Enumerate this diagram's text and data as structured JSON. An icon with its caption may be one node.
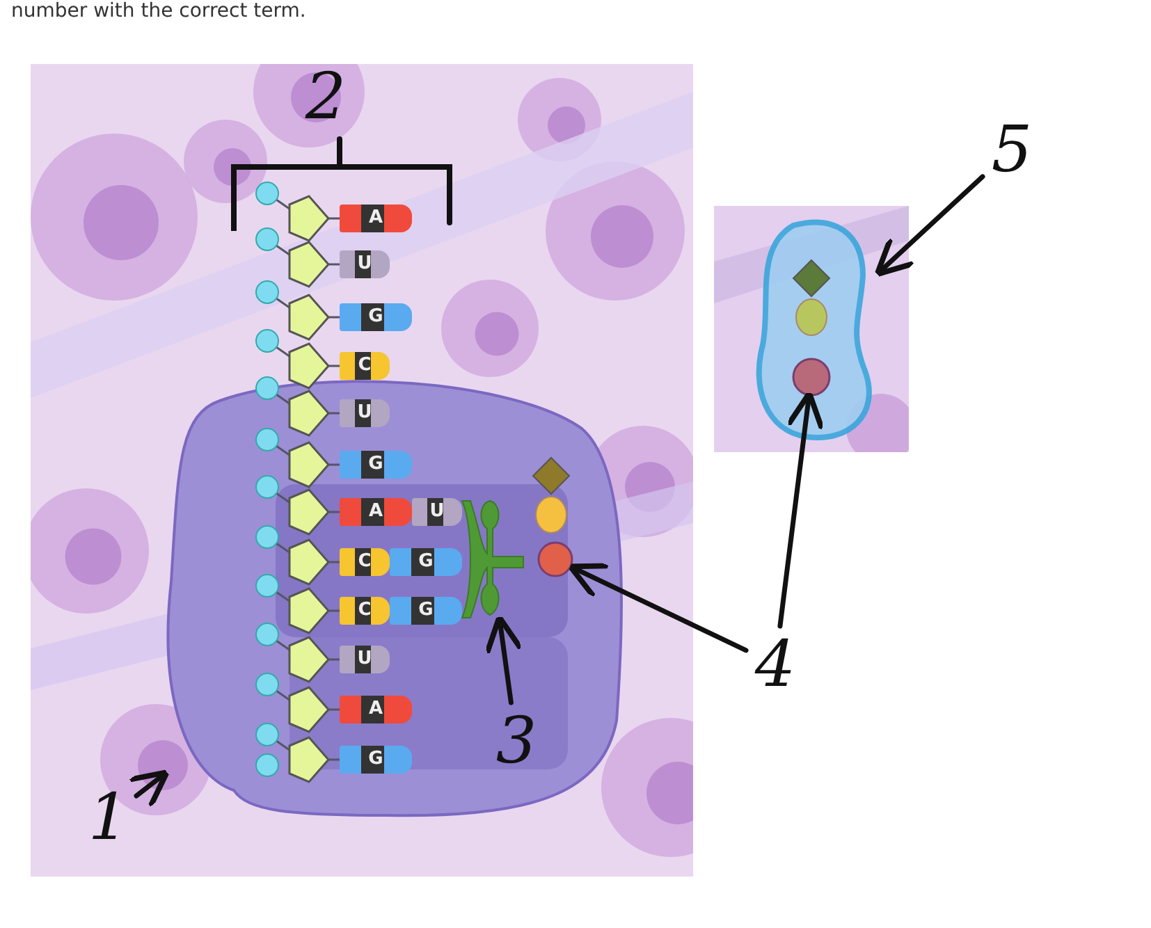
{
  "diagram": {
    "nodes": [
      {
        "text": [
          "1"
        ]
      },
      {
        "text": [],
        "shape": "picture"
      },
      {
        "text": [
          "3"
        ],
        "in": 1
      },
      {
        "text": [],
        "shape": "picture",
        "in": 1
      },
      {
        "text": [
          "4"
        ]
      },
      {
        "text": [],
        "shape": "circle",
        "in": 1
      },
      {
        "text": [],
        "shape": "circle",
        "in": 8
      },
      {
        "text": [
          "5"
        ]
      },
      {
        "text": [],
        "shape": "picture"
      }
    ],
    "edges": [
      {
        "from": 0,
        "to": 1,
        "arrow": "to"
      },
      {
        "from": 2,
        "to": 3,
        "arrow": "to"
      },
      {
        "from": 4,
        "to": 5,
        "arrow": "to"
      },
      {
        "from": 4,
        "to": 6,
        "arrow": "to"
      },
      {
        "from": 7,
        "to": 8,
        "arrow": "to"
      }
    ],
    "labels": [
      "number with the correct term.",
      "2",
      "A",
      "U",
      "G",
      "C",
      "U",
      "G",
      "A",
      "U",
      "C",
      "G",
      "C",
      "G",
      "U",
      "A",
      "G"
    ]
  }
}
